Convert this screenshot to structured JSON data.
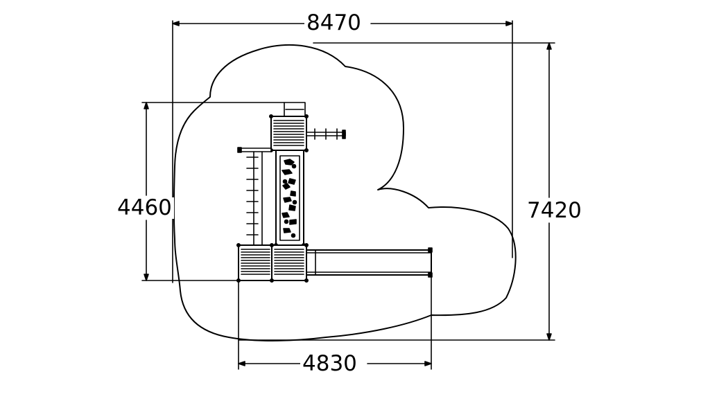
{
  "dimensions": {
    "overall_width": "8470",
    "overall_depth": "7420",
    "tower_depth": "4460",
    "slide_width": "4830"
  }
}
